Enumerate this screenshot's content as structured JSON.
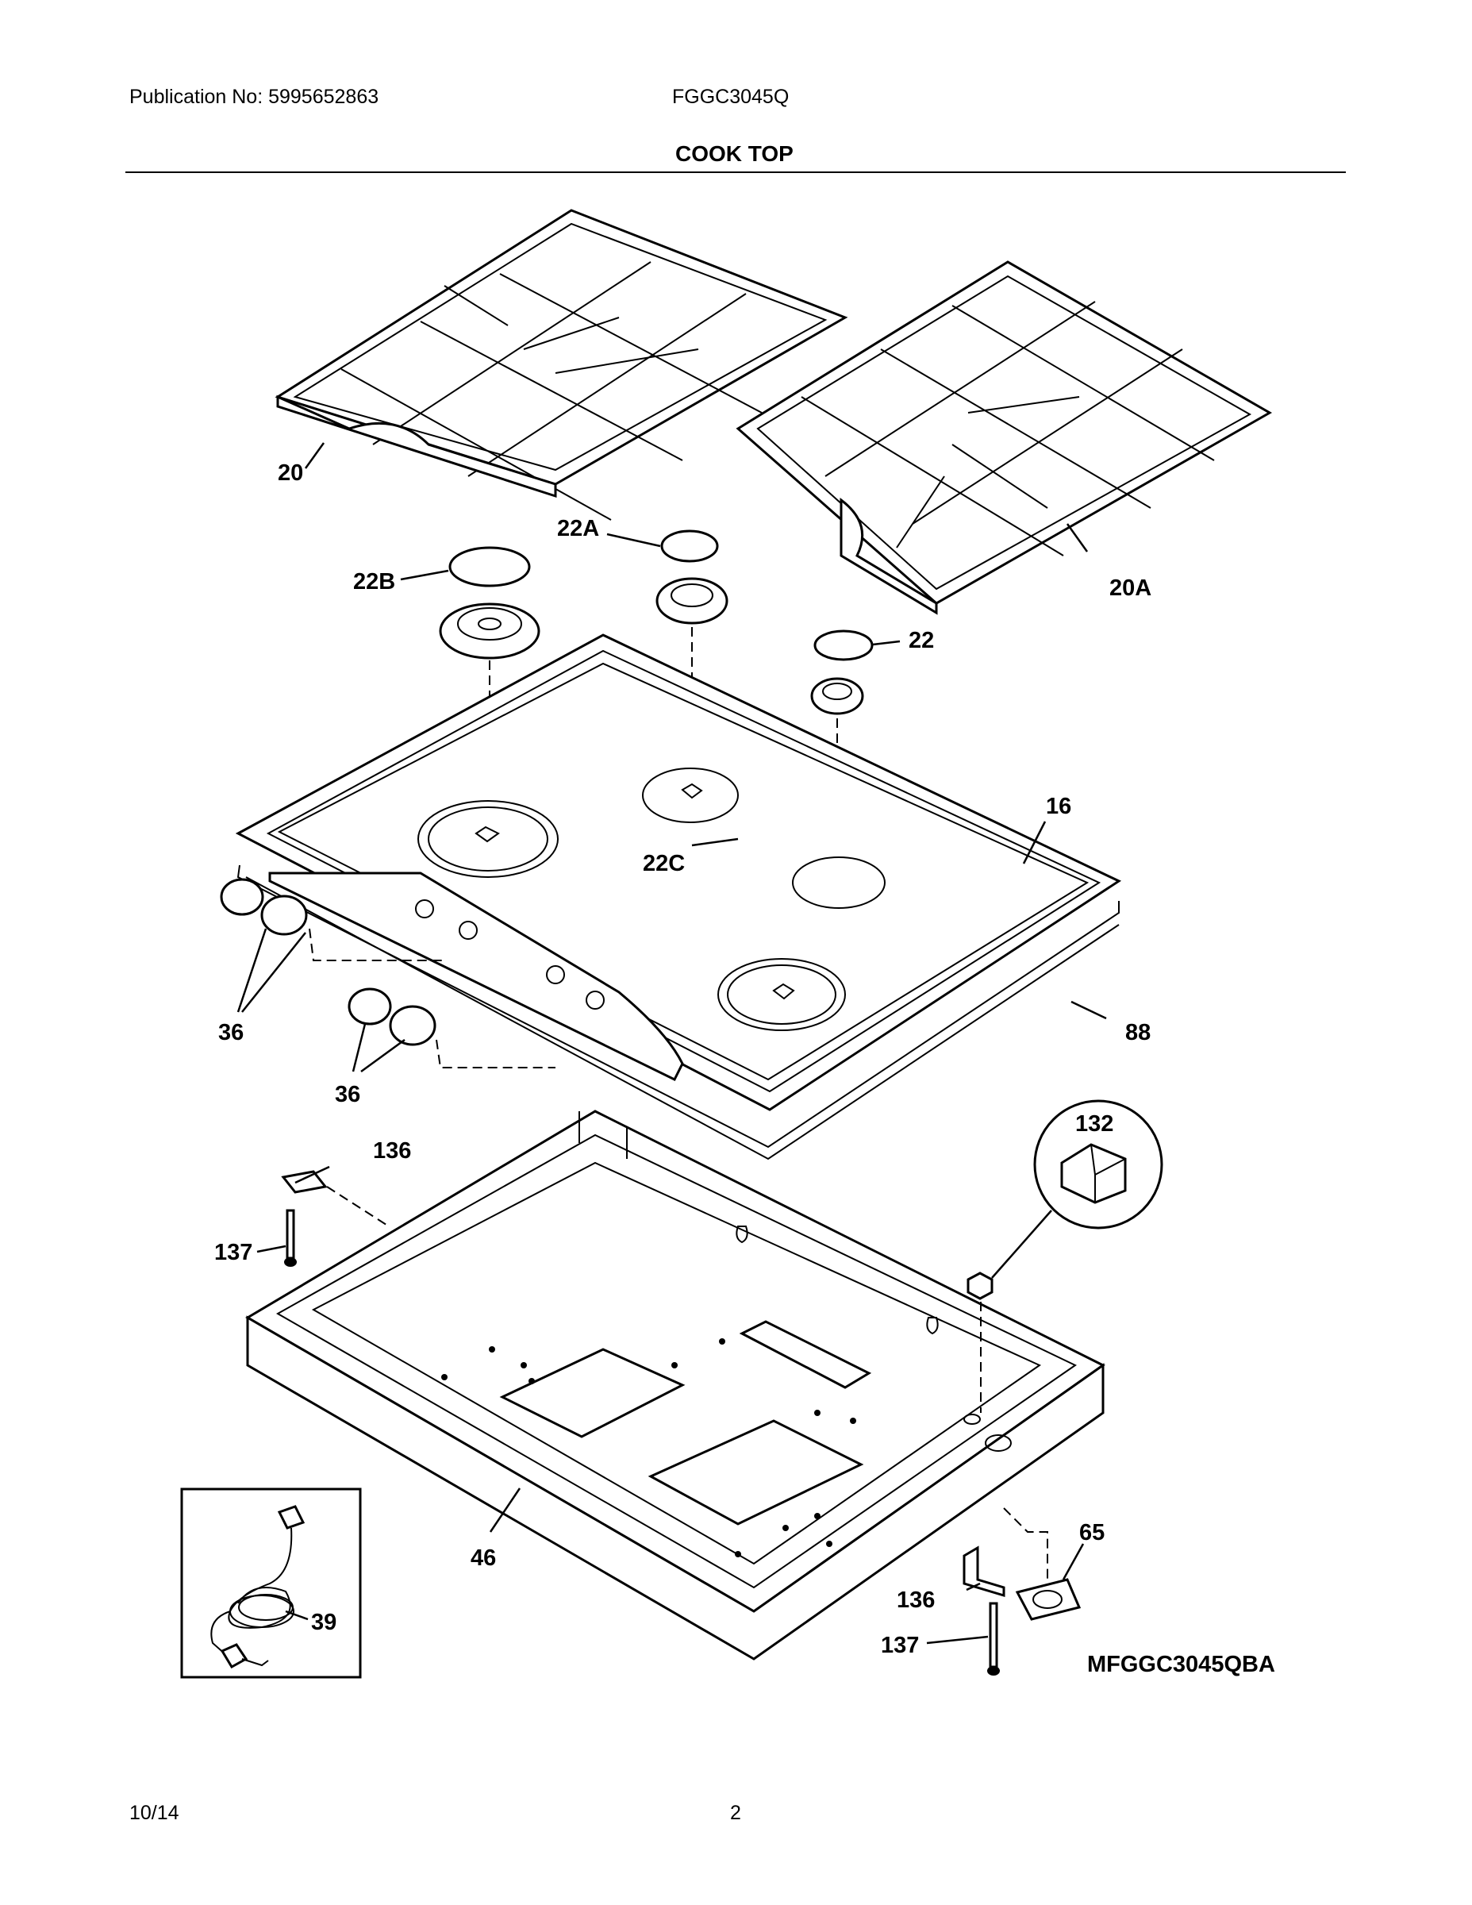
{
  "header": {
    "publication": "Publication No: 5995652863",
    "model": "FGGC3045Q",
    "section_title": "COOK TOP"
  },
  "footer": {
    "date": "10/14",
    "page": "2"
  },
  "diagram_code": "MFGGC3045QBA",
  "callouts": [
    {
      "id": "20",
      "part": "grate-left"
    },
    {
      "id": "20A",
      "part": "grate-right"
    },
    {
      "id": "22A",
      "part": "burner-cap"
    },
    {
      "id": "22B",
      "part": "burner-cap"
    },
    {
      "id": "22",
      "part": "burner-cap"
    },
    {
      "id": "16",
      "part": "cooktop-surface"
    },
    {
      "id": "22C",
      "part": "burner-cap"
    },
    {
      "id": "36",
      "part": "knobs"
    },
    {
      "id": "36",
      "part": "knobs"
    },
    {
      "id": "88",
      "part": "gasket"
    },
    {
      "id": "136",
      "part": "bracket"
    },
    {
      "id": "132",
      "part": "terminal-block"
    },
    {
      "id": "137",
      "part": "screw"
    },
    {
      "id": "46",
      "part": "burner-box"
    },
    {
      "id": "65",
      "part": "grommet"
    },
    {
      "id": "136",
      "part": "bracket"
    },
    {
      "id": "39",
      "part": "power-cord"
    },
    {
      "id": "137",
      "part": "screw"
    }
  ]
}
